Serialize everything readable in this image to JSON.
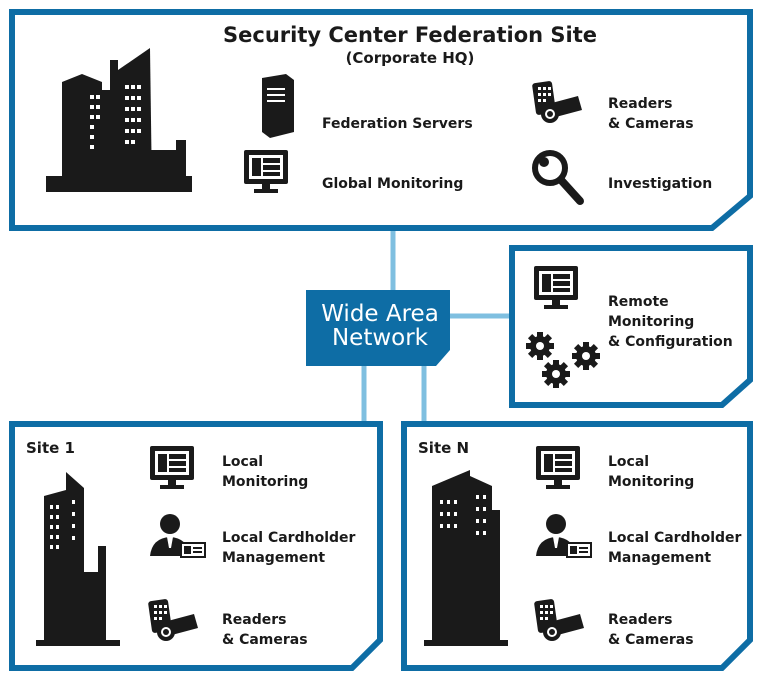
{
  "federation": {
    "title": "Security Center Federation Site",
    "subtitle": "(Corporate HQ)",
    "items": {
      "servers": "Federation Servers",
      "readers_line1": "Readers",
      "readers_line2": "& Cameras",
      "monitoring": "Global Monitoring",
      "investigation": "Investigation"
    }
  },
  "wan": {
    "line1": "Wide Area",
    "line2": "Network"
  },
  "remote": {
    "line1": "Remote",
    "line2": "Monitoring",
    "line3": "& Configuration"
  },
  "sites": [
    {
      "name": "Site 1",
      "monitoring_1": "Local",
      "monitoring_2": "Monitoring",
      "cardholder_1": "Local Cardholder",
      "cardholder_2": "Management",
      "readers_1": "Readers",
      "readers_2": "& Cameras"
    },
    {
      "name": "Site N",
      "monitoring_1": "Local",
      "monitoring_2": "Monitoring",
      "cardholder_1": "Local Cardholder",
      "cardholder_2": "Management",
      "readers_1": "Readers",
      "readers_2": "& Cameras"
    }
  ],
  "colors": {
    "frame": "#0e6da5",
    "link": "#7fbfe0",
    "ink": "#1a1a1a",
    "wan_fill": "#0e6da5"
  },
  "icons": [
    "city-skyline-icon",
    "server-icon",
    "monitor-icon",
    "card-reader-camera-icon",
    "magnifier-icon",
    "gears-icon",
    "person-badge-icon",
    "building-icon"
  ]
}
